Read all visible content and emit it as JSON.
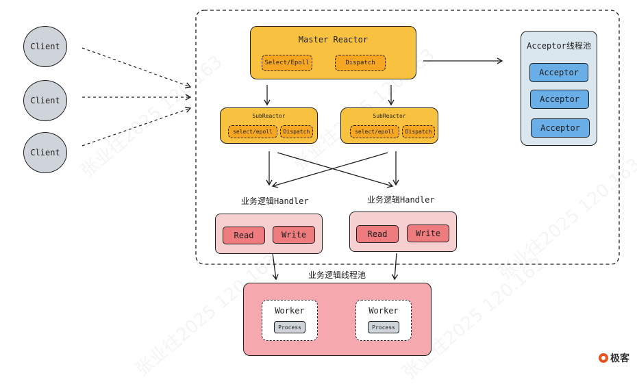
{
  "clients": [
    "Client",
    "Client",
    "Client"
  ],
  "master": {
    "title": "Master Reactor",
    "chips": [
      "Select/Epoll",
      "Dispatch"
    ]
  },
  "sub_reactors": [
    {
      "title": "SubReactor",
      "chips": [
        "select/epoll",
        "Dispatch"
      ]
    },
    {
      "title": "SubReactor",
      "chips": [
        "select/epoll",
        "Dispatch"
      ]
    }
  ],
  "acceptor_pool": {
    "title": "Acceptor线程池",
    "items": [
      "Acceptor",
      "Acceptor",
      "Acceptor"
    ]
  },
  "handlers": [
    {
      "label": "业务逻辑Handler",
      "read": "Read",
      "write": "Write"
    },
    {
      "label": "业务逻辑Handler",
      "read": "Read",
      "write": "Write"
    }
  ],
  "worker_pool": {
    "title": "业务逻辑线程池",
    "workers": [
      {
        "title": "Worker",
        "task": "Process"
      },
      {
        "title": "Worker",
        "task": "Process"
      }
    ]
  },
  "watermark": "张业往2025 120.163",
  "brand": "极客",
  "colors": {
    "reactor": "#f8c13f",
    "chip": "#f5a623",
    "client": "#ced4da",
    "acceptor": "#6aaee8",
    "acceptor_pool": "#dbe7ee",
    "handler_box": "#f6cfd1",
    "read_write": "#ee7b7e",
    "worker_pool": "#f5a9ae"
  }
}
